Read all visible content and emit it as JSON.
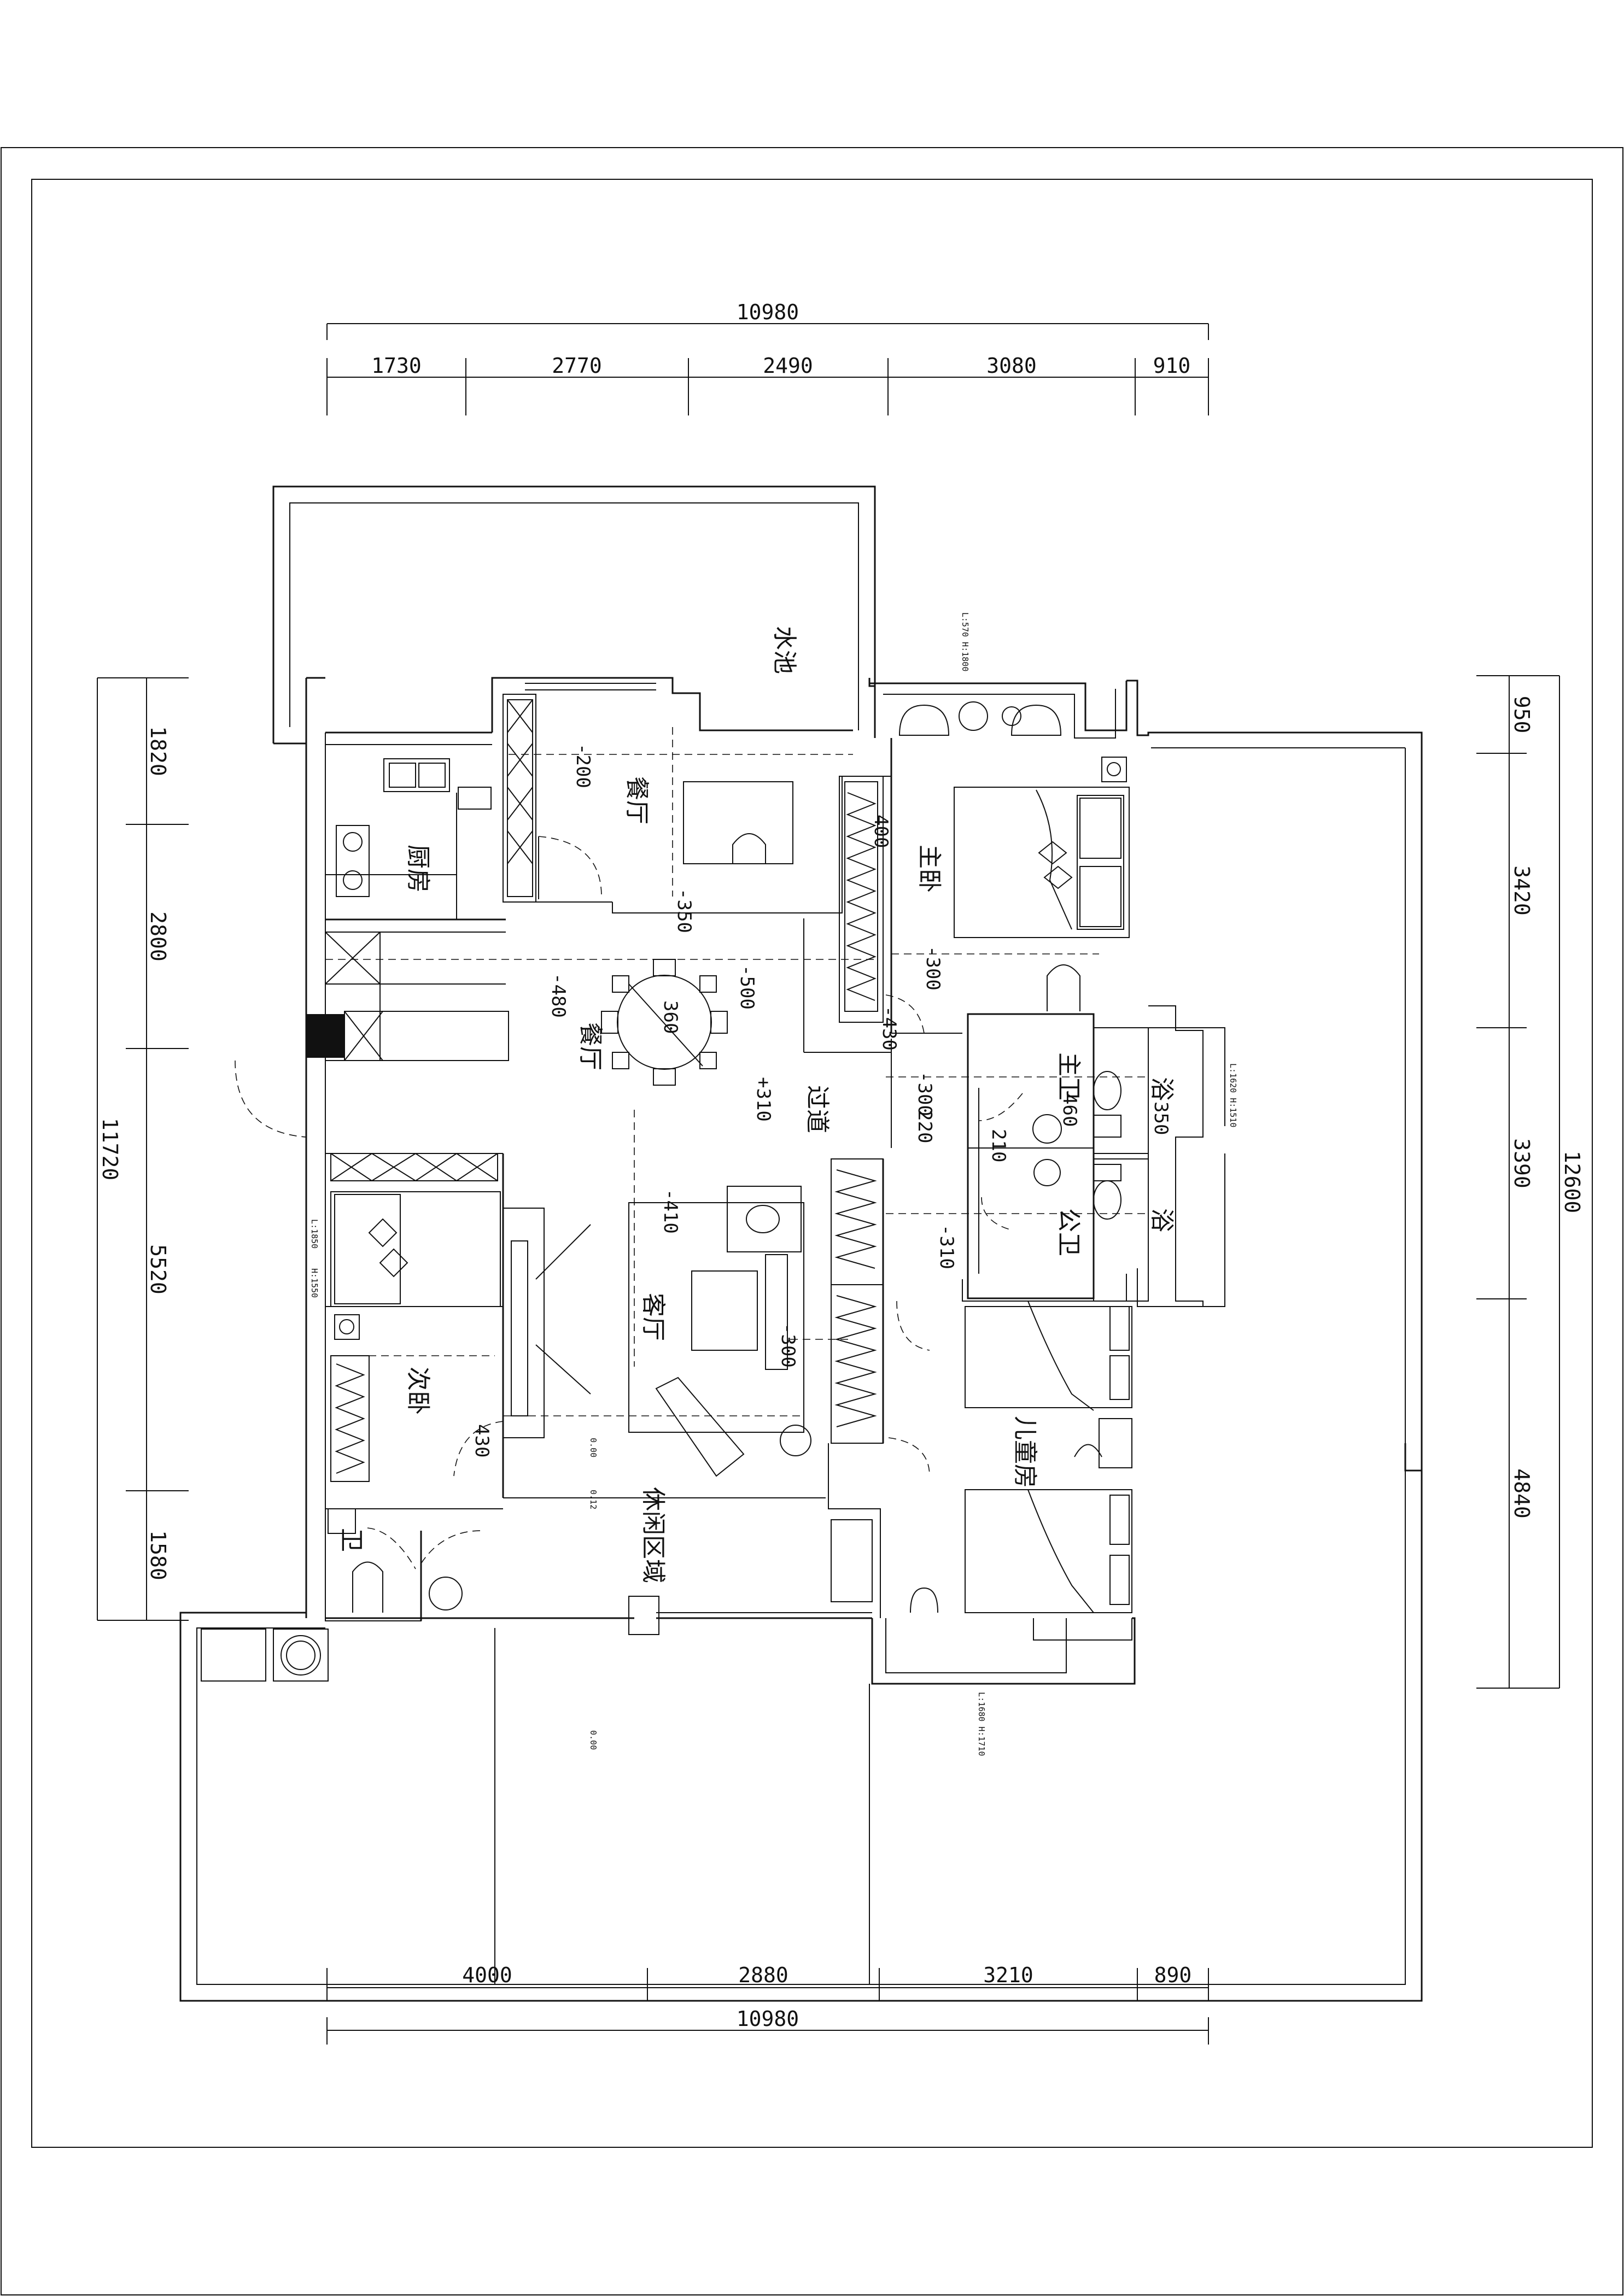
{
  "dims_top": {
    "total": "10980",
    "segments": [
      "1730",
      "2770",
      "2490",
      "3080",
      "910"
    ]
  },
  "dims_bottom": {
    "total": "10980",
    "segments": [
      "4000",
      "2880",
      "3210",
      "890"
    ]
  },
  "dims_left": {
    "total": "11720",
    "segments": [
      "1820",
      "2800",
      "5520",
      "1580"
    ]
  },
  "dims_right": {
    "total": "12600",
    "segments": [
      "950",
      "3420",
      "3390",
      "4840"
    ]
  },
  "rooms": {
    "pool": "水池",
    "dining_upper": "餐厅",
    "kitchen": "厨房",
    "dining": "餐厅",
    "master_bedroom": "主卧",
    "master_bath": "主卫",
    "bath_upper": "浴",
    "bath_lower": "浴",
    "public_wc": "公卫",
    "corridor": "过道",
    "living": "客厅",
    "second_bedroom": "次卧",
    "wc": "卫",
    "leisure": "休闲区域",
    "kids_room": "儿童房"
  },
  "notes": {
    "n_200": "-200",
    "n_350": "-350",
    "n_400": "400",
    "n_480": "-480",
    "n_500": "-500",
    "n_360": "360",
    "n_310a": "+310",
    "n_300a": "-300",
    "n_430a": "-430",
    "n_300b": "-300",
    "n_220": "220",
    "n_460": "460",
    "n_350b": "350",
    "n_210": "210",
    "n_410": "-410",
    "n_310b": "-310",
    "n_300c": "-300",
    "n_430b": "430",
    "n_000": "0.00",
    "n_012": "0.12",
    "n_000b": "0.00"
  },
  "window_tags": {
    "w1": "L:570 H:1800",
    "w2": "L:1620 H:1510",
    "w3": "L:1680 H:1710",
    "w4": "L:1850",
    "w5": "H:1550"
  }
}
